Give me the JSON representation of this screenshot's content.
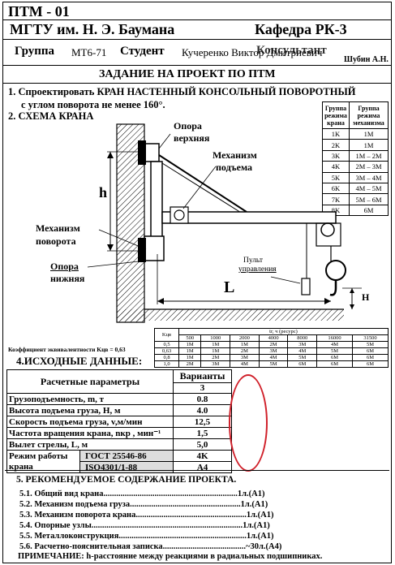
{
  "header": {
    "code": "ПТМ - 01",
    "university": "МГТУ им. Н. Э. Баумана",
    "department": "Кафедра  РК-3",
    "group_label": "Группа",
    "group_value": "МТ6-71",
    "student_label": "Студент",
    "student_value": "Кучеренко  Виктор Дмитриевич",
    "consultant_label": "Консультант",
    "consultant_value": "Шубин А.Н."
  },
  "assignment_title": "ЗАДАНИЕ  НА  ПРОЕКТ  ПО  ПТМ",
  "task": {
    "item1_line1": "1. Спроектировать КРАН НАСТЕННЫЙ КОНСОЛЬНЫЙ  ПОВОРОТНЫЙ",
    "item1_line2": "с углом поворота  не менее  160°.",
    "item2": "2.  СХЕМА КРАНА"
  },
  "diagram_labels": {
    "support_top_1": "Опора",
    "support_top_2": "верхняя",
    "lift_mech_1": "Механизм",
    "lift_mech_2": "подъема",
    "rot_mech_1": "Механизм",
    "rot_mech_2": "поворота",
    "support_bottom_1": "Опора",
    "support_bottom_2": "нижняя",
    "pendant_1": "Пульт",
    "pendant_2": "управления",
    "h": "h",
    "L": "L",
    "H": "H"
  },
  "regime_table": {
    "headers": [
      "Группа режима крана",
      "Группа режима механизма"
    ],
    "rows": [
      [
        "1K",
        "1M"
      ],
      [
        "2K",
        "1M"
      ],
      [
        "3K",
        "1M – 2M"
      ],
      [
        "4K",
        "2M – 3M"
      ],
      [
        "5K",
        "3M – 4M"
      ],
      [
        "6K",
        "4M – 5M"
      ],
      [
        "7K",
        "5M – 6M"
      ],
      [
        "8K",
        "6M"
      ]
    ]
  },
  "resource_table": {
    "k_header": "Kцв",
    "title": "tг, ч (ресурс)",
    "cols": [
      "500",
      "1000",
      "2000",
      "4000",
      "8000",
      "16000",
      "31500"
    ],
    "rows": [
      [
        "0,5",
        "1M",
        "1M",
        "1M",
        "2M",
        "3M",
        "4M",
        "5M"
      ],
      [
        "0,63",
        "1M",
        "1M",
        "2M",
        "3M",
        "4M",
        "5M",
        "6M"
      ],
      [
        "0,8",
        "1M",
        "2M",
        "3M",
        "4M",
        "5M",
        "6M",
        "6M"
      ],
      [
        "1,0",
        "2M",
        "3M",
        "4M",
        "5M",
        "6M",
        "6M",
        "6M"
      ]
    ]
  },
  "coef_text": "Коэффициент эквивалентности Kцв = 0,63",
  "input_data_title": "4.ИСХОДНЫЕ ДАННЫЕ:",
  "params_table": {
    "param_header": "Расчетные параметры",
    "variant_header": "Варианты",
    "variant_no": "3",
    "rows": [
      [
        "Грузоподъемность, m, т",
        "0.8"
      ],
      [
        "Высота подъема груза, H, м",
        "4.0"
      ],
      [
        "Скорость подъема груза, v,м/мин",
        "12,5"
      ],
      [
        "Частота вращения крана, nкр , мин⁻¹",
        "1,5"
      ],
      [
        "Вылет стрелы, L, м",
        "5,0"
      ]
    ],
    "regime_label_1": "Режим работы",
    "regime_label_2": "крана",
    "standard_1": "ГОСТ 25546-86",
    "standard_2": "ISO4301/1-88",
    "regime_value_1": "4K",
    "regime_value_2": "A4"
  },
  "recommended": {
    "title": "5. РЕКОМЕНДУЕМОЕ СОДЕРЖАНИЕ ПРОЕКТА.",
    "items": [
      "5.1. Общий вид крана...............................................................1л.(А1)",
      "5.2. Механизм подъема груза....................................................1л.(А1)",
      "5.3. Механизм поворота крана....................................................1л.(А1)",
      "5.4. Опорные узлы.......................................................................1л.(А1)",
      "5.5. Металлоконструкция............................................................1л.(А1)",
      "5.6. Расчетно-пояснительная записка.......................................~30л.(А4)"
    ],
    "note_label": "ПРИМЕЧАНИЕ:",
    "note_text": " h-расстояние между реакциями в радиальных подшипниках."
  },
  "colors": {
    "highlight": "#d0202a",
    "shade": "#dddddd"
  }
}
